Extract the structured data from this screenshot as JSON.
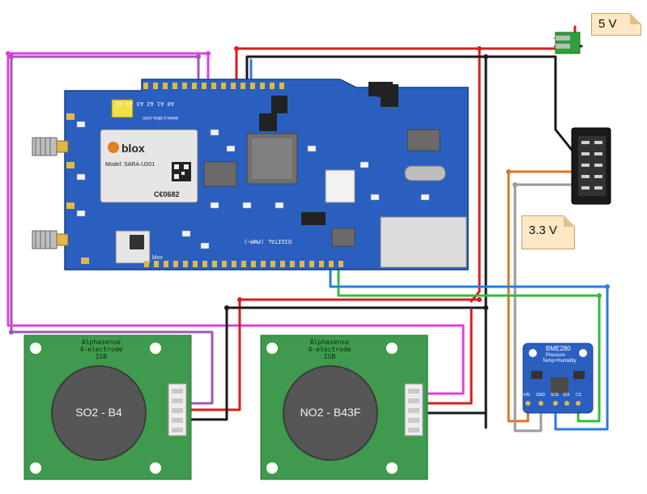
{
  "labels": {
    "supply_5v": "5 V",
    "supply_3v3": "3.3 V"
  },
  "main_board": {
    "module_brand": "blox",
    "module_model": "Model: SARA-U201",
    "module_cert": "C€0682",
    "small_module_brand": "blox",
    "header_top_analog": "A0 A1 A2 A3 A4 A5",
    "header_bottom": "DIGITAL (PWM~)",
    "brand_url": "www.u-blox.com"
  },
  "sensors": [
    {
      "title_line1": "Alphasense",
      "title_line2": "4-electrode",
      "title_line3": "ISB",
      "name": "SO2 - B4"
    },
    {
      "title_line1": "Alphasense",
      "title_line2": "4-electrode",
      "title_line3": "ISB",
      "name": "NO2 - B43F"
    }
  ],
  "bme": {
    "title": "BME280",
    "subtitle1": "Pressure",
    "subtitle2": "Temp+Humidity",
    "pins": [
      "VIN",
      "GND",
      "SCK",
      "SDI",
      "CS"
    ]
  },
  "colors": {
    "board_blue": "#2a5fc0",
    "sensor_green": "#3f9a4d",
    "wire_red": "#d81e1e",
    "wire_black": "#1a1a1a",
    "wire_pink": "#e040e0",
    "wire_purple": "#9b59b6",
    "wire_orange": "#e0741f",
    "wire_gray": "#9a9a9a",
    "wire_blue": "#2a7ce0",
    "wire_green": "#2fbf3a",
    "note_fill": "#fde7c4"
  }
}
